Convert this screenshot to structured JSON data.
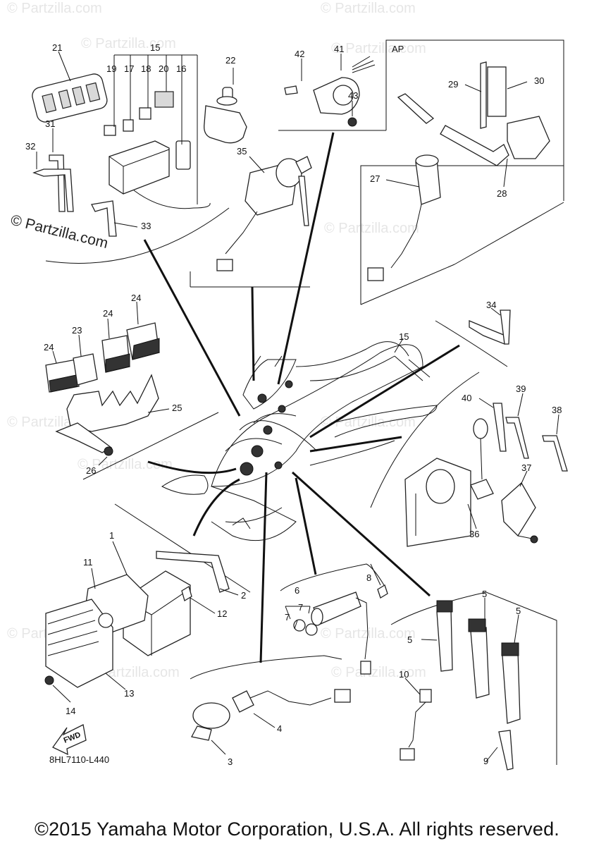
{
  "watermark": "© Partzilla.com",
  "group_labels": {
    "ap": "AP"
  },
  "callouts": [
    "1",
    "2",
    "3",
    "4",
    "5",
    "5",
    "5",
    "5",
    "6",
    "7",
    "7",
    "8",
    "9",
    "10",
    "11",
    "12",
    "13",
    "14",
    "15",
    "15",
    "16",
    "17",
    "18",
    "19",
    "20",
    "21",
    "22",
    "23",
    "24",
    "24",
    "24",
    "24",
    "25",
    "26",
    "27",
    "28",
    "29",
    "30",
    "31",
    "32",
    "33",
    "34",
    "35",
    "36",
    "37",
    "38",
    "39",
    "40",
    "41",
    "42",
    "43"
  ],
  "fwd_label": "FWD",
  "diagram_code": "8HL7110-L440",
  "copyright": "©2015 Yamaha Motor Corporation, U.S.A. All rights reserved."
}
